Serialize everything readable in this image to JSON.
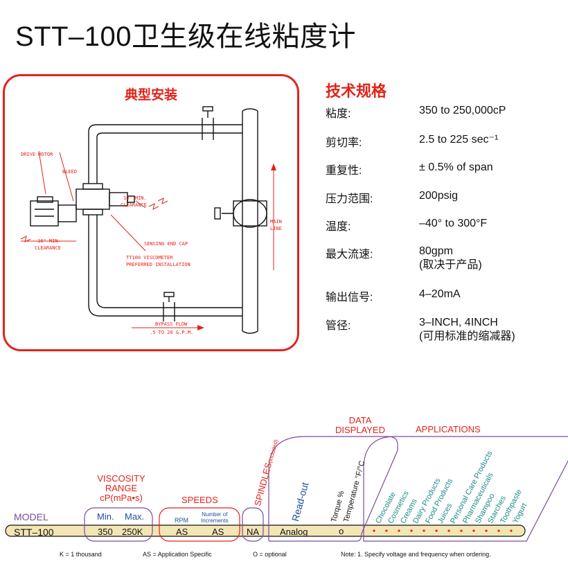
{
  "title": "STT–100卫生级在线粘度计",
  "installation": {
    "heading": "典型安装",
    "labels": {
      "drive_motor": "DRIVE MOTOR",
      "bleed": "BLEED",
      "clearance_10": [
        "10\" MIN.",
        "CLEARANCE"
      ],
      "clearance_16": [
        "16\" MIN.",
        "CLEARANCE"
      ],
      "sensing_end_cap": "SENSING END CAP",
      "viscometer": [
        "TT100 VISCOMETER",
        "PREFERRED INSTALLATION"
      ],
      "main_line": [
        "MAIN",
        "LINE"
      ],
      "bypass": [
        "BYPASS FLOW",
        ".5 TO 20 G.P.M."
      ]
    }
  },
  "specs": {
    "heading": "技术规格",
    "rows": [
      {
        "label": "粘度:",
        "value": [
          "350  to 250,000cP"
        ]
      },
      {
        "label": "剪切率:",
        "value": [
          "2.5 to 225 sec⁻¹"
        ]
      },
      {
        "label": "重复性:",
        "value": [
          "± 0.5% of span"
        ]
      },
      {
        "label": "压力范围:",
        "value": [
          "200psig"
        ]
      },
      {
        "label": "温度:",
        "value": [
          "–40°   to 300°F"
        ]
      },
      {
        "label": "最大流速:",
        "value": [
          "80gpm",
          "(取决于产品)"
        ]
      },
      {
        "label": "输出信号:",
        "value": [
          "4–20mA"
        ]
      },
      {
        "label": "管径:",
        "value": [
          "3–INCH, 4INCH",
          "(可用标准的缩减器)"
        ]
      }
    ]
  },
  "ordering": {
    "model_label": "MODEL",
    "model_value": "STT–100",
    "viscosity_range": [
      "VISCOSITY",
      "RANGE",
      "cP(mPa•s)"
    ],
    "min_label": "Min.",
    "max_label": "Max.",
    "min_value": "350",
    "max_value": "250K",
    "speeds_label": "SPEEDS",
    "rpm_label": "RPM",
    "increments_label": [
      "Number of",
      "Increments"
    ],
    "rpm_value": "AS",
    "increments_value": "AS",
    "spindles_label": "SPINDLES",
    "spindles_sub": "(included)",
    "spindles_value": "NA",
    "data_displayed": [
      "DATA",
      "DISPLAYED"
    ],
    "readout_label": "Read-out",
    "readout_value": "Analog",
    "torque_label": "Torque %",
    "temperature_label": "Temperature °F/°C",
    "o_value": "o",
    "applications_label": "APPLICATIONS",
    "applications": [
      "Chocolate",
      "Cosmetics",
      "Creams",
      "Dairy Products",
      "Food Products",
      "Juices",
      "Personal Care Products",
      "Pharmaceuticals",
      "Shampoo",
      "Starches",
      "Toothpaste",
      "Yogurt"
    ],
    "notes": {
      "k": "K = 1 thousand",
      "as": "AS = Application Specific",
      "o": "O = optional",
      "note": "Note:   1. Specify voltage and frequency when ordering."
    },
    "colors": {
      "purple": "#7b4a9e",
      "red": "#e2231a",
      "blue": "#1b4f9c",
      "teal": "#1f8a8a",
      "bar": "#f3e6b5"
    }
  }
}
